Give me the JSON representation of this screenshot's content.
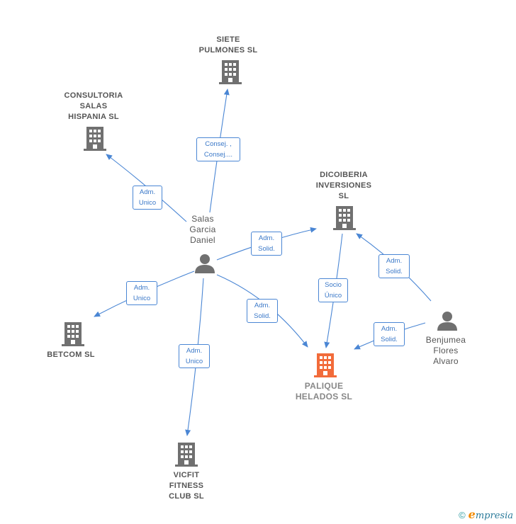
{
  "nodes": {
    "siete": [
      "SIETE",
      "PULMONES  SL"
    ],
    "consultoria": [
      "CONSULTORIA",
      "SALAS",
      "HISPANIA  SL"
    ],
    "dicoiberia": [
      "DICOIBERIA",
      "INVERSIONES",
      "SL"
    ],
    "betcom": [
      "BETCOM SL"
    ],
    "vicfit": [
      "VICFIT",
      "FITNESS",
      "CLUB  SL"
    ],
    "palique": [
      "PALIQUE",
      "HELADOS  SL"
    ],
    "salas": [
      "Salas",
      "Garcia",
      "Daniel"
    ],
    "benjumea": [
      "Benjumea",
      "Flores",
      "Alvaro"
    ]
  },
  "edge_labels": {
    "salas_siete": [
      "Consej. ,",
      "Consej...."
    ],
    "salas_consultoria": [
      "Adm.",
      "Unico"
    ],
    "salas_dicoiberia": [
      "Adm.",
      "Solid."
    ],
    "salas_betcom": [
      "Adm.",
      "Unico"
    ],
    "salas_palique": [
      "Adm.",
      "Solid."
    ],
    "salas_vicfit": [
      "Adm.",
      "Unico"
    ],
    "dicoiberia_palique": [
      "Socio",
      "Único"
    ],
    "benjumea_dicoiberia": [
      "Adm.",
      "Solid."
    ],
    "benjumea_palique": [
      "Adm.",
      "Solid."
    ]
  },
  "colors": {
    "edge": "#4a86d4",
    "company_icon": "#707070",
    "highlight_icon": "#f26b3a",
    "person_icon": "#707070"
  },
  "footer": {
    "copyright": "©",
    "brand_initial": "e",
    "brand_rest": "mpresia"
  }
}
